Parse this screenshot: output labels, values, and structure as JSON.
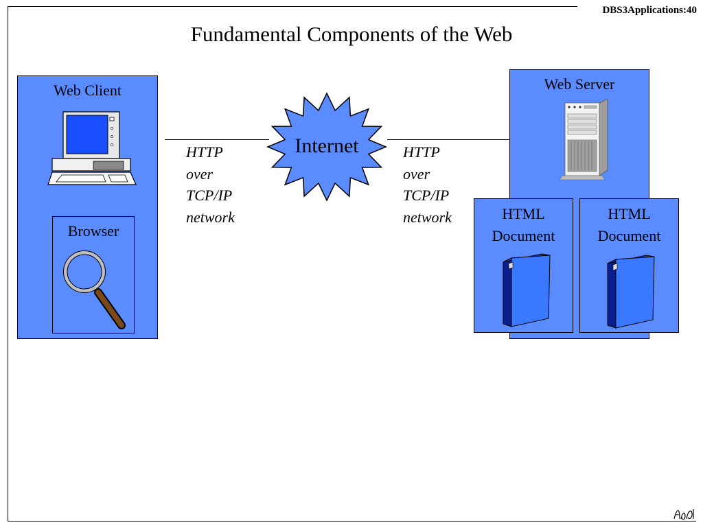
{
  "slide": {
    "id": "DBS3Applications:40",
    "title": "Fundamental Components of the Web"
  },
  "client": {
    "label": "Web Client",
    "browser_label": "Browser"
  },
  "internet": {
    "label": "Internet"
  },
  "left_link": {
    "lines": [
      "HTTP",
      "over",
      "TCP/IP",
      "network"
    ]
  },
  "right_link": {
    "lines": [
      "HTTP",
      "over",
      "TCP/IP",
      "network"
    ]
  },
  "server": {
    "label": "Web Server",
    "documents": [
      {
        "line1": "HTML",
        "line2": "Document"
      },
      {
        "line1": "HTML",
        "line2": "Document"
      }
    ]
  },
  "colors": {
    "box_fill": "#5b8cff",
    "internet_fill": "#5b8cff",
    "line": "#000000"
  },
  "icons": [
    "desktop-computer-icon",
    "magnifying-glass-icon",
    "tower-server-icon",
    "binder-icon",
    "binder-icon"
  ]
}
